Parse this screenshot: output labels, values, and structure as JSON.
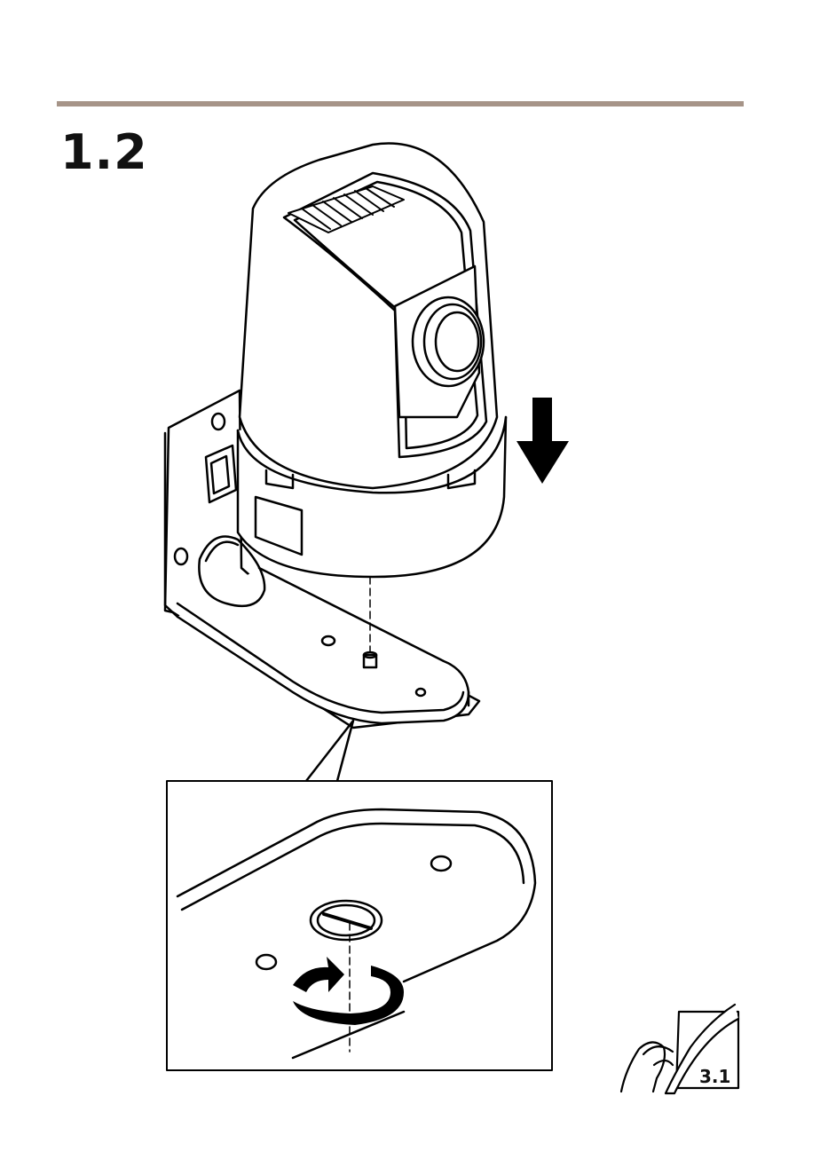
{
  "header": {
    "step_label": "1.2",
    "rule_color": "#a69488"
  },
  "illustration": {
    "subject": "camera-on-wall-bracket",
    "arrow_icon": "down-arrow-icon",
    "rotate_icon": "rotate-arrow-icon"
  },
  "footer": {
    "page_ref": "3.1",
    "icon": "page-turn-hand-icon"
  }
}
